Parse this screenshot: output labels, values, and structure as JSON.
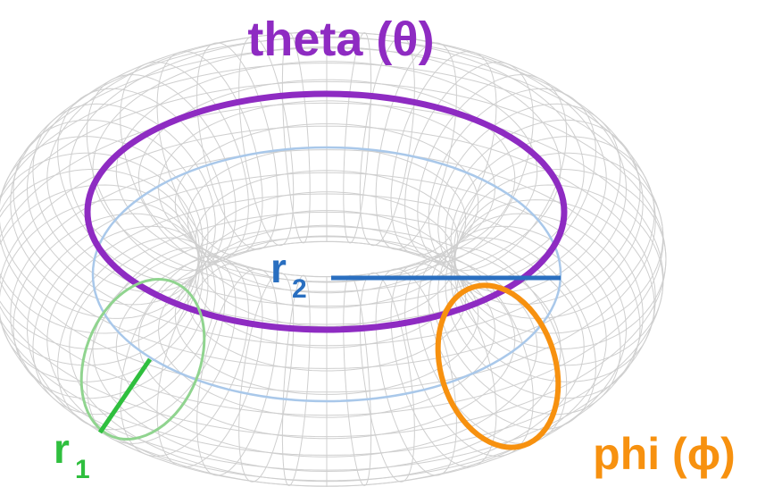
{
  "labels": {
    "theta": "theta (θ)",
    "phi": "phi (ϕ)",
    "r1_main": "r",
    "r1_sub": "1",
    "r2_main": "r",
    "r2_sub": "2"
  },
  "colors": {
    "theta": "#8E2BC2",
    "phi": "#F7910F",
    "r1": "#2FBF3E",
    "r2": "#2A6FC0",
    "r2_circle": "#A9C8EA",
    "r1_circle": "#90D48F",
    "mesh": "#CFCFCF",
    "background": "#FFFFFF"
  }
}
